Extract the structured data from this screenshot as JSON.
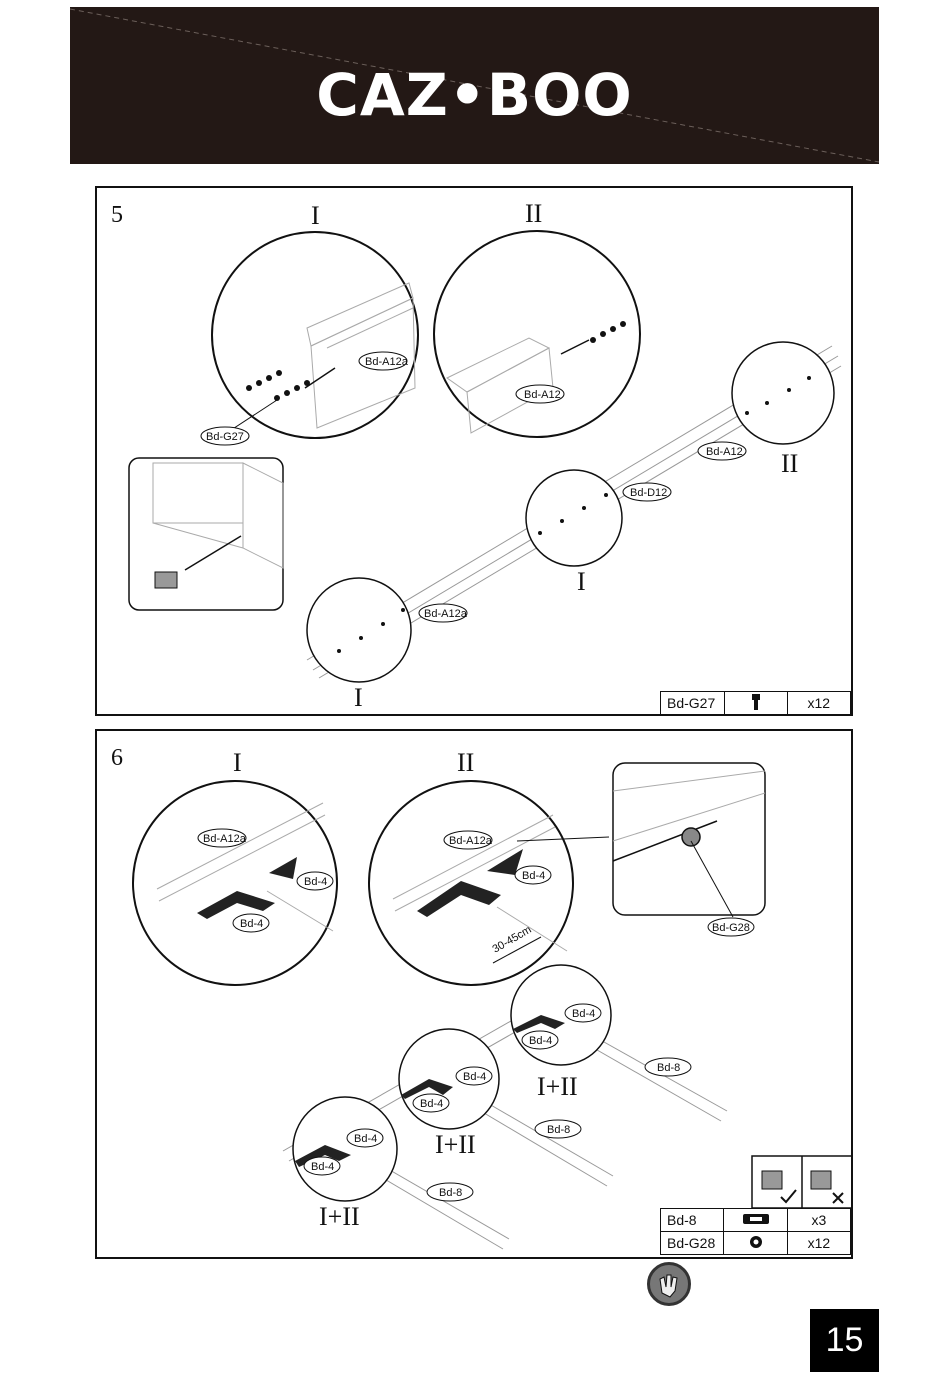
{
  "brand": {
    "logo_text": "CAZ•BOO"
  },
  "step5": {
    "number": "5",
    "detail_labels": [
      "I",
      "II",
      "II",
      "I",
      "I"
    ],
    "callouts": {
      "a12a_top": "Bd-A12a",
      "g27": "Bd-G27",
      "a12_top": "Bd-A12",
      "a12_mid": "Bd-A12",
      "d12": "Bd-D12",
      "a12a_bottom": "Bd-A12a"
    },
    "parts_table": [
      {
        "code": "Bd-G27",
        "icon": "bolt-icon",
        "qty": "x12"
      }
    ]
  },
  "step6": {
    "number": "6",
    "detail_labels": [
      "I",
      "II"
    ],
    "assembly_labels": [
      "I+II",
      "I+II",
      "I+II"
    ],
    "callouts": {
      "a12a_left": "Bd-A12a",
      "bd4_left_a": "Bd-4",
      "bd4_left_b": "Bd-4",
      "a12a_right": "Bd-A12a",
      "bd4_right": "Bd-4",
      "spacing": "30-45cm",
      "g28": "Bd-G28",
      "bd4_r1": "Bd-4",
      "bd4_r2": "Bd-4",
      "bd8_1": "Bd-8",
      "bd4_m1": "Bd-4",
      "bd4_m2": "Bd-4",
      "bd8_2": "Bd-8",
      "bd4_l1": "Bd-4",
      "bd4_l2": "Bd-4",
      "bd8_3": "Bd-8"
    },
    "parts_table": [
      {
        "code": "Bd-8",
        "icon": "bracket-icon",
        "qty": "x3"
      },
      {
        "code": "Bd-G28",
        "icon": "nut-icon",
        "qty": "x12"
      }
    ]
  },
  "footer": {
    "page_number": "15",
    "glove_icon": "gloves-icon"
  }
}
